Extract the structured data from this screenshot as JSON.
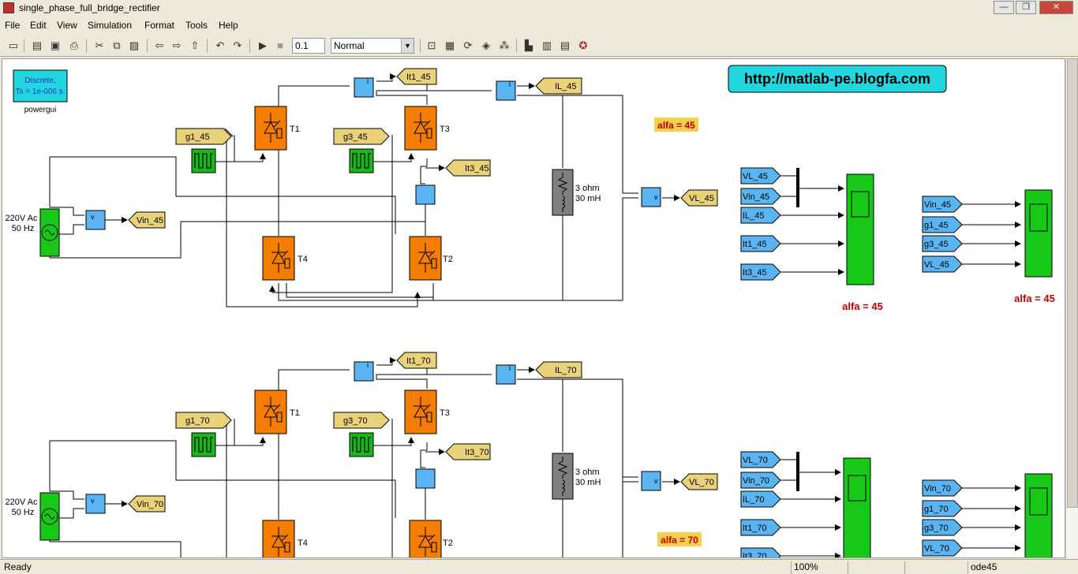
{
  "window": {
    "title": "single_phase_full_bridge_rectifier",
    "minimize": "—",
    "maximize": "❐",
    "close": "✕"
  },
  "menu": [
    "File",
    "Edit",
    "View",
    "Simulation",
    "Format",
    "Tools",
    "Help"
  ],
  "toolbar": {
    "stop_time": "0.1",
    "sim_mode": "Normal"
  },
  "powergui": {
    "line1": "Discrete,",
    "line2": "Ts = 1e-006 s.",
    "label": "powergui"
  },
  "url_banner": "http://matlab-pe.blogfa.com",
  "blocks": {
    "source_line1": "220V Ac",
    "source_line2": "50 Hz",
    "thyristors": [
      "T1",
      "T3",
      "T4",
      "T2"
    ],
    "load_line1": "3 ohm",
    "load_line2": "30 mH",
    "current_meter": "i",
    "voltage_meter": "v"
  },
  "circuit_45": {
    "goto_it1": "It1_45",
    "goto_il": "IL_45",
    "goto_g1": "g1_45",
    "goto_g3": "g3_45",
    "goto_it3": "It3_45",
    "goto_vin": "Vin_45",
    "goto_vl": "VL_45",
    "alfa_label": "alfa = 45",
    "scope1_inputs": [
      "VL_45",
      "Vin_45",
      "IL_45",
      "It1_45",
      "It3_45"
    ],
    "scope1_label": "alfa = 45",
    "scope2_inputs": [
      "Vin_45",
      "g1_45",
      "g3_45",
      "VL_45"
    ],
    "scope2_label": "alfa = 45"
  },
  "circuit_70": {
    "goto_it1": "It1_70",
    "goto_il": "IL_70",
    "goto_g1": "g1_70",
    "goto_g3": "g3_70",
    "goto_it3": "It3_70",
    "goto_vin": "Vin_70",
    "goto_vl": "VL_70",
    "alfa_label": "alfa = 70",
    "scope1_inputs": [
      "VL_70",
      "Vin_70",
      "IL_70",
      "It1_70",
      "It3_70"
    ],
    "scope2_inputs": [
      "Vin_70",
      "g1_70",
      "g3_70",
      "VL_70"
    ]
  },
  "status": {
    "state": "Ready",
    "zoom": "100%",
    "solver": "ode45"
  },
  "colors": {
    "thyristor": "#f47c00",
    "meter": "#5ab4f2",
    "goto": "#ead27a",
    "scope": "#18c818",
    "pulse": "#18b818",
    "banner": "#22d6e0",
    "alfa": "#f5d04a",
    "red_label": "#c00000"
  }
}
